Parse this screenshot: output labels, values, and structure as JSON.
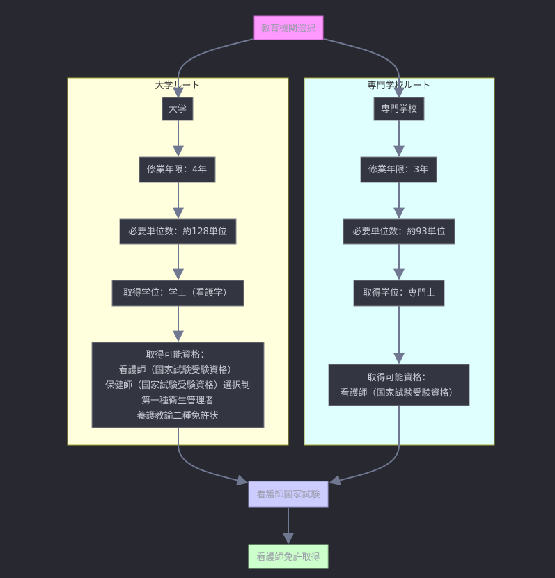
{
  "diagram": {
    "start": {
      "label": "教育機関選択",
      "fill": "#ff99ff"
    },
    "clusters": {
      "university": {
        "title": "大学ルート",
        "fill": "#ffffde",
        "nodes": [
          {
            "lines": [
              "大学"
            ]
          },
          {
            "lines": [
              "修業年限：4年"
            ]
          },
          {
            "lines": [
              "必要単位数：約128単位"
            ]
          },
          {
            "lines": [
              "取得学位：学士（看護学）"
            ]
          },
          {
            "lines": [
              "取得可能資格：",
              "看護師（国家試験受験資格）",
              "保健師（国家試験受験資格）選択制",
              "第一種衛生管理者",
              "養護教諭二種免許状"
            ]
          }
        ]
      },
      "vocational": {
        "title": "専門学校ルート",
        "fill": "#dfffff",
        "nodes": [
          {
            "lines": [
              "専門学校"
            ]
          },
          {
            "lines": [
              "修業年限：3年"
            ]
          },
          {
            "lines": [
              "必要単位数：約93単位"
            ]
          },
          {
            "lines": [
              "取得学位：専門士"
            ]
          },
          {
            "lines": [
              "取得可能資格：",
              "看護師（国家試験受験資格）"
            ]
          }
        ]
      }
    },
    "exam": {
      "label": "看護師国家試験",
      "fill": "#ccccff"
    },
    "license": {
      "label": "看護師免許取得",
      "fill": "#ccffcc"
    },
    "colors": {
      "background": "#272830",
      "node_fill": "#333640",
      "node_border": "#81848c",
      "edge": "#6f7890",
      "light_node_text": "#9a9aa8"
    }
  }
}
